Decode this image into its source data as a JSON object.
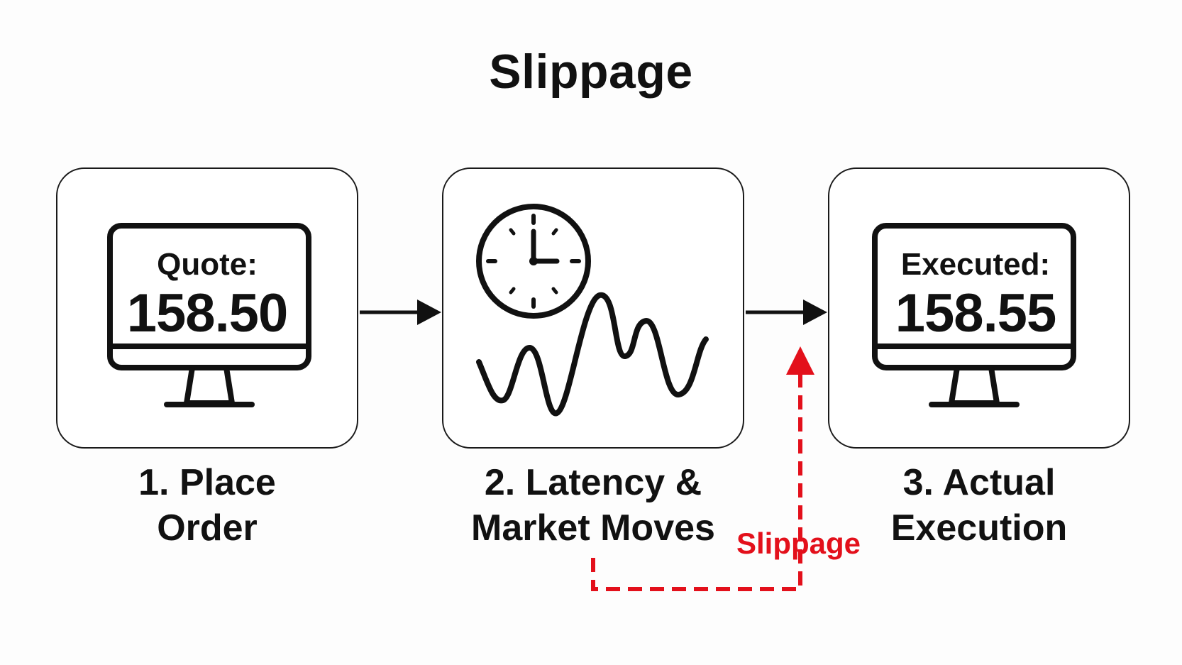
{
  "title": "Slippage",
  "steps": [
    {
      "line1": "1. Place",
      "line2": "Order",
      "screen_caption": "Quote:",
      "screen_value": "158.50",
      "icon": "monitor-icon"
    },
    {
      "line1": "2. Latency &",
      "line2": "Market Moves",
      "icons": [
        "clock-icon",
        "wave-icon"
      ]
    },
    {
      "line1": "3. Actual",
      "line2": "Execution",
      "screen_caption": "Executed:",
      "screen_value": "158.55",
      "icon": "monitor-icon"
    }
  ],
  "slippage_label": "Slippage",
  "colors": {
    "ink": "#111111",
    "accent": "#e3101b",
    "background": "#fdfdfd"
  }
}
